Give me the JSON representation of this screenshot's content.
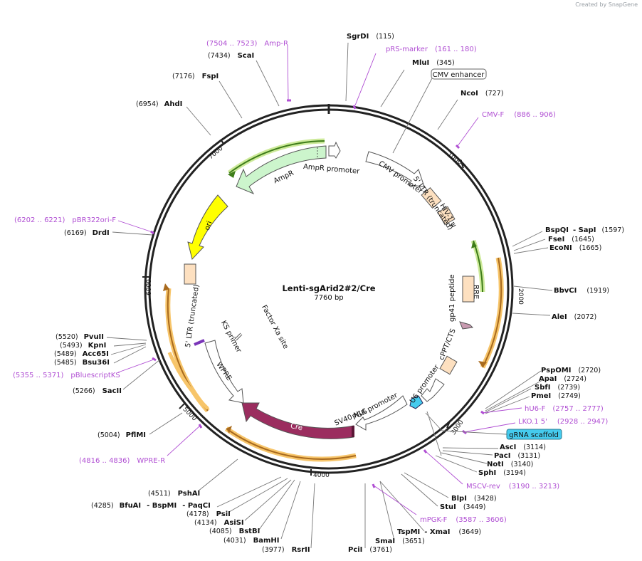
{
  "credit": "Created by SnapGene",
  "plasmid": {
    "name": "Lenti-sgArid2#2/Cre",
    "length": "7760 bp"
  },
  "ticks": [
    "1000",
    "2000",
    "3000",
    "4000",
    "5000",
    "6000",
    "7000"
  ],
  "enzymes": [
    {
      "name": "SgrDI",
      "pos": "(115)"
    },
    {
      "name": "MluI",
      "pos": "(345)"
    },
    {
      "name": "NcoI",
      "pos": "(727)"
    },
    {
      "name": "BspQI",
      "name2": "SapI",
      "pos": "(1597)"
    },
    {
      "name": "FseI",
      "pos": "(1645)"
    },
    {
      "name": "EcoNI",
      "pos": "(1665)"
    },
    {
      "name": "BbvCI",
      "pos": "(1919)"
    },
    {
      "name": "AleI",
      "pos": "(2072)"
    },
    {
      "name": "PspOMI",
      "pos": "(2720)"
    },
    {
      "name": "ApaI",
      "pos": "(2724)"
    },
    {
      "name": "SbfI",
      "pos": "(2739)"
    },
    {
      "name": "PmeI",
      "pos": "(2749)"
    },
    {
      "name": "AscI",
      "pos": "(3114)"
    },
    {
      "name": "PacI",
      "pos": "(3131)"
    },
    {
      "name": "NotI",
      "pos": "(3140)"
    },
    {
      "name": "SphI",
      "pos": "(3194)"
    },
    {
      "name": "BlpI",
      "pos": "(3428)"
    },
    {
      "name": "StuI",
      "pos": "(3449)"
    },
    {
      "name": "TspMI",
      "name2": "XmaI",
      "pos": "(3649)"
    },
    {
      "name": "SmaI",
      "pos": "(3651)"
    },
    {
      "name": "PciI",
      "pos": "(3761)"
    },
    {
      "name": "RsrII",
      "pos": "(3977)"
    },
    {
      "name": "BamHI",
      "pos": "(4031)"
    },
    {
      "name": "BstBI",
      "pos": "(4085)"
    },
    {
      "name": "AsiSI",
      "pos": "(4134)"
    },
    {
      "name": "PsiI",
      "pos": "(4178)"
    },
    {
      "name": "BfuAI",
      "name2": "BspMI",
      "name3": "PaqCI",
      "pos": "(4285)"
    },
    {
      "name": "PshAI",
      "pos": "(4511)"
    },
    {
      "name": "PflMI",
      "pos": "(5004)"
    },
    {
      "name": "SacII",
      "pos": "(5266)"
    },
    {
      "name": "Bsu36I",
      "pos": "(5485)"
    },
    {
      "name": "Acc65I",
      "pos": "(5489)"
    },
    {
      "name": "KpnI",
      "pos": "(5493)"
    },
    {
      "name": "PvuII",
      "pos": "(5520)"
    },
    {
      "name": "DrdI",
      "pos": "(6169)"
    },
    {
      "name": "AhdI",
      "pos": "(6954)"
    },
    {
      "name": "FspI",
      "pos": "(7176)"
    },
    {
      "name": "ScaI",
      "pos": "(7434)"
    }
  ],
  "primers": [
    {
      "name": "pRS-marker",
      "range": "(161 .. 180)"
    },
    {
      "name": "CMV-F",
      "range": "(886 .. 906)"
    },
    {
      "name": "hU6-F",
      "range": "(2757 .. 2777)"
    },
    {
      "name": "LKO.1 5'",
      "range": "(2928 .. 2947)"
    },
    {
      "name": "MSCV-rev",
      "range": "(3190 .. 3213)"
    },
    {
      "name": "mPGK-F",
      "range": "(3587 .. 3606)"
    },
    {
      "name": "WPRE-R",
      "range": "(4816 .. 4836)"
    },
    {
      "name": "pBluescriptKS",
      "range": "(5355 .. 5371)"
    },
    {
      "name": "pBR322ori-F",
      "range": "(6202 .. 6221)"
    },
    {
      "name": "Amp-R",
      "range": "(7504 .. 7523)"
    }
  ],
  "callouts": {
    "cmv_enhancer": "CMV enhancer",
    "grna_scaffold": "gRNA scaffold"
  },
  "features": {
    "ampr": "AmpR",
    "ampr_promoter": "AmpR promoter",
    "cmv_promoter": "CMV promoter",
    "ltr5_trunc_top": "5' LTR (truncated)",
    "hiv1_psi": "HIV-1 ψ",
    "rre": "RRE",
    "gp41": "gp41 peptide",
    "cppt": "cPPT/CTS",
    "u6": "U6 promoter",
    "pgk": "PGK promoter",
    "sv40": "SV40 NLS",
    "cre": "Cre",
    "wpre": "WPRE",
    "ks_primer": "KS primer",
    "factor_xa": "Factor Xa site",
    "ltr5_trunc_left": "5' LTR (truncated)",
    "ori": "ori"
  },
  "colors": {
    "primer": "#b04fd3",
    "cre": "#9b2d5f",
    "ori": "#ffff00",
    "ampr": "#ccf5cc",
    "ltr": "#fde0c0",
    "highlight": "#f7c56a",
    "scaffold": "#45cbee"
  }
}
